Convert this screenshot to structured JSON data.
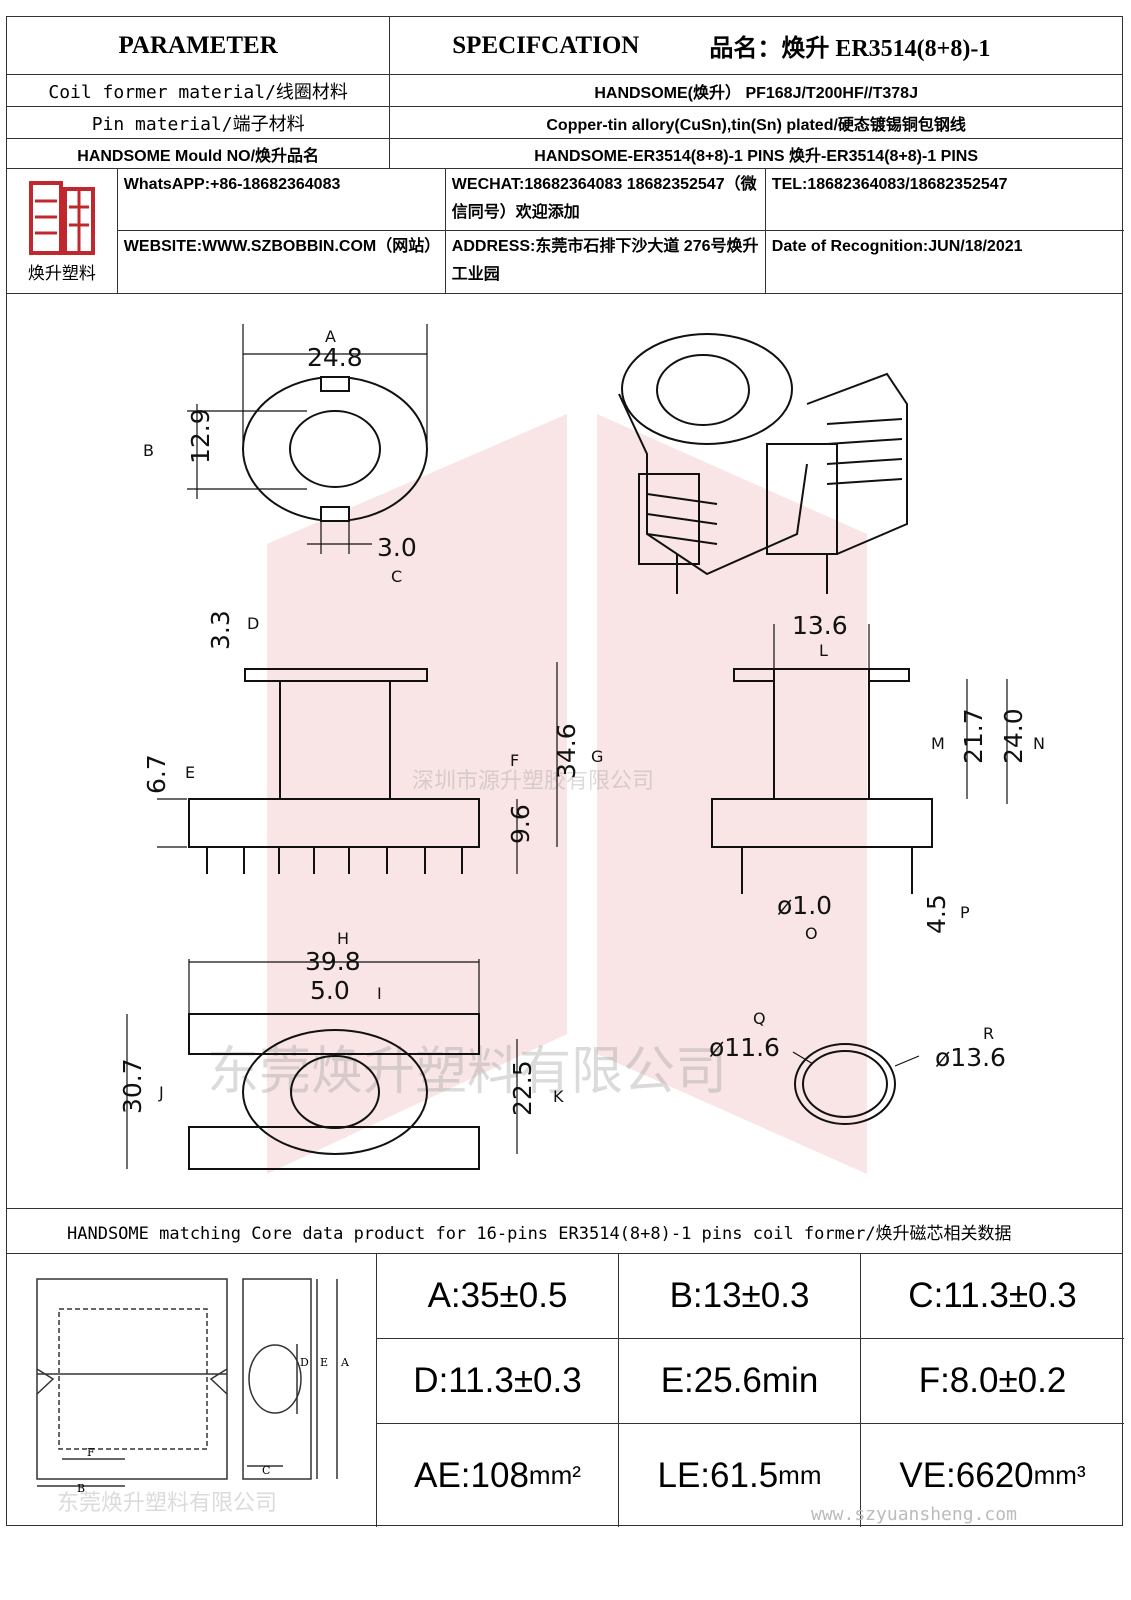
{
  "header": {
    "parameter": "PARAMETER",
    "specification": "SPECIFCATION",
    "product_name": "品名：焕升 ER3514(8+8)-1"
  },
  "rows": [
    {
      "label": "Coil former material/线圈材料",
      "value": "HANDSOME(焕升）  PF168J/T200HF//T378J"
    },
    {
      "label": "Pin material/端子材料",
      "value": "Copper-tin allory(CuSn),tin(Sn) plated/硬态镀锡铜包钢线"
    },
    {
      "label": "HANDSOME Mould NO/焕升品名",
      "value": "HANDSOME-ER3514(8+8)-1 PINS    焕升-ER3514(8+8)-1 PINS"
    }
  ],
  "logo": {
    "text": "焕升塑料"
  },
  "contact": {
    "whatsapp": "WhatsAPP:+86-18682364083",
    "wechat": "WECHAT:18682364083 18682352547（微信同号）欢迎添加",
    "tel": "TEL:18682364083/18682352547",
    "website": "WEBSITE:WWW.SZBOBBIN.COM（网站）",
    "address": "ADDRESS:东莞市石排下沙大道 276号焕升工业园",
    "date": "Date of Recognition:JUN/18/2021"
  },
  "dimensions": {
    "A": {
      "letter": "A",
      "value": "24.8"
    },
    "B": {
      "letter": "B",
      "value": "12.9"
    },
    "C": {
      "letter": "C",
      "value": "3.0"
    },
    "D": {
      "letter": "D",
      "value": "3.3"
    },
    "E": {
      "letter": "E",
      "value": "6.7"
    },
    "F": {
      "letter": "F",
      "value": "9.6"
    },
    "G": {
      "letter": "G",
      "value": "34.6"
    },
    "H": {
      "letter": "H",
      "value": "39.8"
    },
    "I": {
      "letter": "I",
      "value": "5.0"
    },
    "J": {
      "letter": "J",
      "value": "30.7"
    },
    "K": {
      "letter": "K",
      "value": "22.5"
    },
    "L": {
      "letter": "L",
      "value": "13.6"
    },
    "M": {
      "letter": "M",
      "value": "21.7"
    },
    "N": {
      "letter": "N",
      "value": "24.0"
    },
    "O": {
      "letter": "O",
      "value": "ø1.0"
    },
    "P": {
      "letter": "P",
      "value": "4.5"
    },
    "Q": {
      "letter": "Q",
      "value": "ø11.6"
    },
    "R": {
      "letter": "R",
      "value": "ø13.6"
    }
  },
  "watermarks": {
    "mid": "深圳市源升塑胶有限公司",
    "big": "东莞焕升塑料有限公司",
    "small": "东莞焕升塑料有限公司",
    "url": "www.szyuansheng.com"
  },
  "core": {
    "header": "HANDSOME matching Core data  product for 16-pins ER3514(8+8)-1 pins coil former/焕升磁芯相关数据",
    "fig_labels": {
      "A": "A",
      "B": "B",
      "C": "C",
      "D": "D",
      "E": "E",
      "F": "F"
    },
    "params": [
      {
        "text": "A:35±0.5"
      },
      {
        "text": "B:13±0.3"
      },
      {
        "text": "C:11.3±0.3"
      },
      {
        "text": "D:11.3±0.3"
      },
      {
        "text": "E:25.6min"
      },
      {
        "text": "F:8.0±0.2"
      },
      {
        "text": "AE:108",
        "unit": "mm²"
      },
      {
        "text": "LE:61.5",
        "unit": "mm"
      },
      {
        "text": "VE:6620",
        "unit": "mm³"
      }
    ]
  }
}
